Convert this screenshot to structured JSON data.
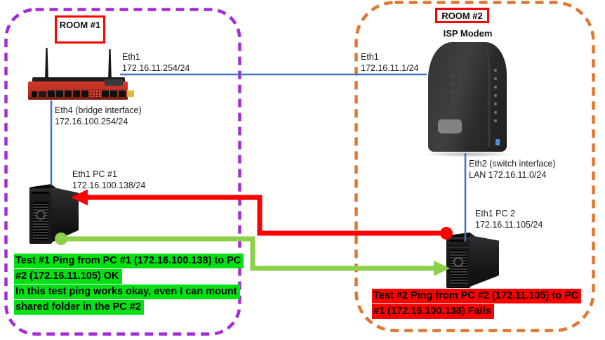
{
  "diagram": {
    "room1": {
      "label": "ROOM #1",
      "router": {
        "eth1": {
          "name": "Eth1",
          "ip": "172.16.11.254/24"
        },
        "eth4": {
          "name": "Eth4 (bridge interface)",
          "ip": "172.16.100.254/24"
        }
      },
      "pc1": {
        "eth1": {
          "name": "Eth1 PC #1",
          "ip": "172.16.100.138/24"
        }
      },
      "test1": {
        "highlight_color": "#00E114",
        "lines": [
          "Test #1 Ping from PC #1 (172.16.100.138) to PC",
          "#2 (172.16.11.105) OK",
          "In this test ping works okay, even I can mount",
          "shared folder in the PC #2"
        ]
      }
    },
    "room2": {
      "label": "ROOM #2",
      "modem": {
        "title": "ISP Modem",
        "eth1": {
          "name": "Eth1",
          "ip": "172.16.11.1/24"
        },
        "eth2": {
          "name": "Eth2 (switch interface)",
          "ip": "LAN 172.16.11.0/24"
        }
      },
      "pc2": {
        "eth1": {
          "name": "Eth1 PC 2",
          "ip": "172.16.11.105/24"
        }
      },
      "test2": {
        "highlight_color": "#FE0000",
        "lines": [
          "Test #2 Ping from PC #2 (172.11.105) to PC",
          "#1 (172.16.100.138) Fails"
        ]
      }
    },
    "colors": {
      "room1_border": "#A42CD6",
      "room2_border": "#E0762F",
      "room_label_border": "#FF0000",
      "link_blue": "#4472C4",
      "ping_ok_green": "#8DD04A",
      "ping_fail_red": "#FF0000"
    }
  }
}
